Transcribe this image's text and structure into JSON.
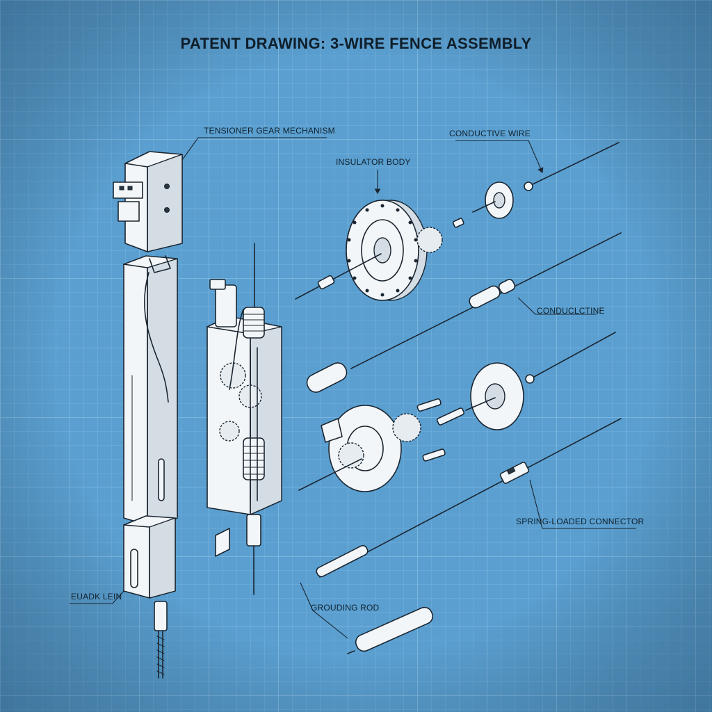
{
  "title": "PATENT DRAWING: 3-WIRE FENCE ASSEMBLY",
  "labels": {
    "tensioner": "TENSIONER GEAR MECHANISM",
    "conductive_wire": "CONDUCTIVE WIRE",
    "insulator_body": "INSULATOR BODY",
    "conducline": "CONDUCLCTINE",
    "spring_connector": "SPRING-LOADED CONNECTOR",
    "grounding_rod": "GROUDING ROD",
    "base_left": "EUADK LEIN"
  },
  "colors": {
    "background": "#5a9fd0",
    "grid_minor": "#7db6df",
    "grid_major": "#8cc2e8",
    "ink": "#1a2530",
    "paper": "#f3f6f8"
  }
}
